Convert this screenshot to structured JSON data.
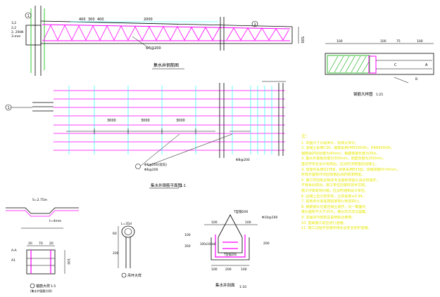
{
  "colors": {
    "background": "#ffffff",
    "structure": "#000000",
    "rebar": "#ff00ff",
    "grid": "#00ffff",
    "callout": "#00c000",
    "notes": "#e6e600",
    "hatch": "#00aa00"
  },
  "elevation": {
    "marker1": "1",
    "marker2": "1",
    "dim_labels": [
      "400",
      "300",
      "400",
      "2000"
    ],
    "dim_right": "500",
    "left_labels": [
      "3,2",
      "2,2",
      "2, 20kN",
      "3-mm"
    ],
    "rebar_label": "Φ6@200",
    "title": "集水井钢筋图"
  },
  "plan": {
    "marker": "1",
    "dim_labels": [
      "3000",
      "3000",
      "3000"
    ],
    "mesh_label": "Φ6@200",
    "right_label": "ΦB@200",
    "bottom_label": "Φ6@200(双向)",
    "title": "集水井钢筋平面图",
    "scale": "1:1"
  },
  "detail_right": {
    "top_dims": [
      "100",
      "100",
      "75",
      "100"
    ],
    "labels": [
      "A",
      "C",
      "B"
    ],
    "title": "钢筋大样图",
    "scale": "1:25"
  },
  "notes": {
    "title": "注：",
    "items": [
      "1. 本图尺寸以毫米计，标高以米计。",
      "2. 混凝土采用C30，钢筋采用HPB300(Φ)，HRB400(Φ)。",
      "   钢筋保护层厚度为40mm，钢筋搭接长度为35d。",
      "3. 集水井底板厚度为300mm，侧壁厚度为250mm。",
      "   基坑开挖至设计标高后，应及时浇筑垫层混凝土。",
      "4. 预埋件采用Q235B，焊条采用E43型，焊缝高度hf=6mm，",
      "   所有外露铁件均应除锈后涂防锈漆两道。",
      "5. 施工时应配合相关专业图纸预留孔洞及预埋件，",
      "   不得事后凿洞，施工单位应做好技术交底。",
      "   施工中如发现问题，应及时通知设计单位。",
      "6. 回填土应分层夯实，压实系数≥0.94。",
      "7. 其他未尽事宜按国家现行规范执行。",
      "8. 钢筋接头位置应相互错开，同一截面内",
      "   接头面积不大于25%，接头形式详见图集。",
      "9. 本图须与结构总说明配合使用。",
      "10. 基础施工前应进行验槽。",
      "11. 施工过程中应做好排水及安全防护措施。"
    ]
  },
  "detail_bottom_left": {
    "top_label": "S=2.75m",
    "side_label": "t=4mm",
    "dims": [
      "20",
      "70",
      "20"
    ],
    "side_dim": "100",
    "left_labels": [
      "A-A",
      "A1"
    ],
    "title": "锚筋大样",
    "scale": "1:5",
    "subtitle": "(集水井锚筋大样)"
  },
  "detail_hook": {
    "top_label": "L=35d",
    "side_dims": [
      "60",
      "200"
    ],
    "title": "吊环大样"
  },
  "detail_section": {
    "top_label": "T型钢200",
    "right_label": "Φ10@100",
    "dims_top": [
      "100",
      "100"
    ],
    "dims_side": [
      "100",
      "350",
      "200"
    ],
    "label_left": "100x100x8",
    "label_mid": "T型钢200",
    "dims_bottom": [
      "100",
      "200",
      "100"
    ],
    "title": "集水井剖面",
    "scale": "1:10"
  }
}
